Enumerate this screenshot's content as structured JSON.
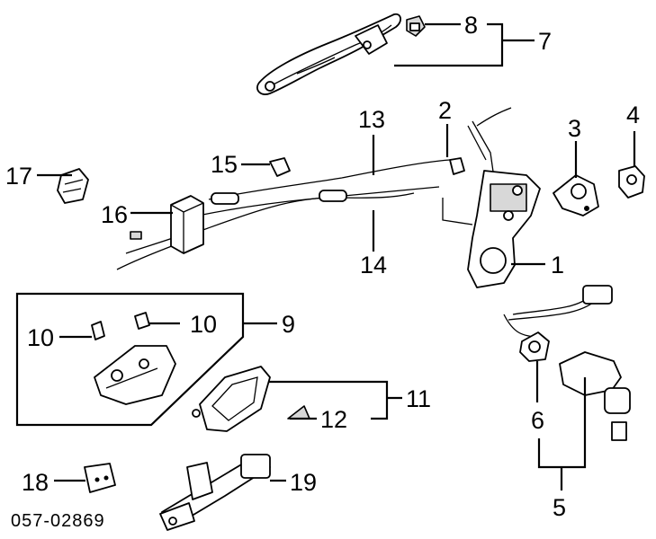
{
  "diagram_code": "057-02869",
  "callouts": {
    "c1": "1",
    "c2": "2",
    "c3": "3",
    "c4": "4",
    "c5": "5",
    "c6": "6",
    "c7": "7",
    "c8": "8",
    "c9": "9",
    "c10a": "10",
    "c10b": "10",
    "c11": "11",
    "c12": "12",
    "c13": "13",
    "c14": "14",
    "c15": "15",
    "c16": "16",
    "c17": "17",
    "c18": "18",
    "c19": "19"
  }
}
